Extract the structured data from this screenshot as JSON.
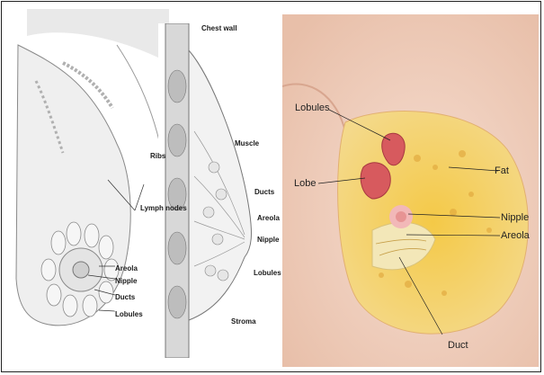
{
  "left_labels": {
    "lymph_nodes": "Lymph nodes",
    "areola": "Areola",
    "nipple": "Nipple",
    "ducts": "Ducts",
    "lobules": "Lobules"
  },
  "middle_labels": {
    "chest_wall": "Chest wall",
    "ribs": "Ribs",
    "muscle": "Muscle",
    "ducts": "Ducts",
    "areola": "Areola",
    "nipple": "Nipple",
    "lobules": "Lobules",
    "stroma": "Stroma"
  },
  "right_labels": {
    "lobules": "Lobules",
    "lobe": "Lobe",
    "fat": "Fat",
    "nipple": "Nipple",
    "areola": "Areola",
    "duct": "Duct"
  },
  "colors": {
    "skin": "#f3d6c6",
    "fat": "#f0c24a",
    "lobe": "#d9545a",
    "line_art": "#7a7a7a"
  }
}
